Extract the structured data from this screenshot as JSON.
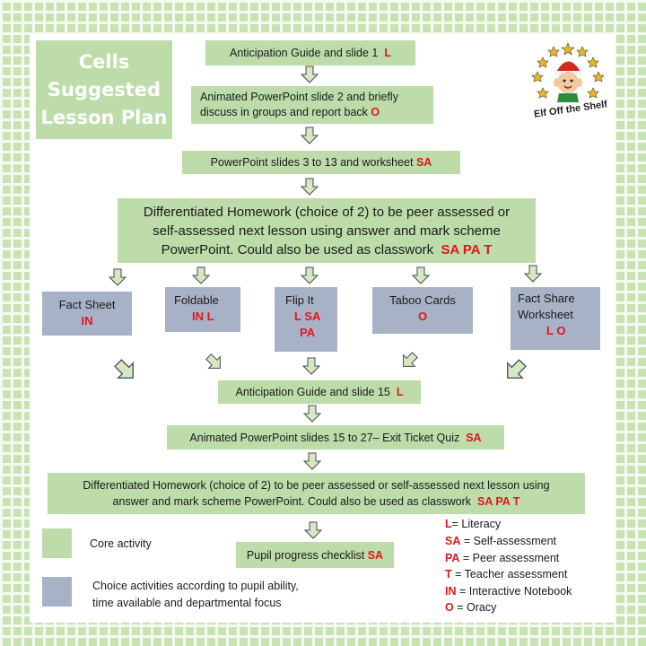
{
  "title": {
    "lines": [
      "Cells",
      "Suggested",
      "Lesson Plan"
    ]
  },
  "logo": {
    "text": "Elf Off the Shelf",
    "icon": "elf-with-stars-icon"
  },
  "steps": {
    "s1": {
      "text": "Anticipation Guide and slide 1",
      "codes": "L"
    },
    "s2": {
      "line1": "Animated PowerPoint slide 2 and briefly",
      "line2": "discuss in groups and report back",
      "codes": "O"
    },
    "s3": {
      "text": "PowerPoint slides 3 to 13 and worksheet",
      "codes": "SA"
    },
    "s4": {
      "line1": "Differentiated Homework (choice of 2) to be peer assessed or",
      "line2": "self-assessed next lesson using answer and mark scheme",
      "line3": "PowerPoint. Could also be used as classwork",
      "codes": "SA  PA  T"
    },
    "s5": {
      "text": "Anticipation Guide and slide 15",
      "codes": "L"
    },
    "s6": {
      "text": "Animated PowerPoint slides 15 to 27– Exit Ticket Quiz",
      "codes": "SA"
    },
    "s7": {
      "line1": "Differentiated Homework (choice of 2) to be peer assessed or self-assessed next lesson using",
      "line2": "answer and mark scheme PowerPoint. Could also be used as classwork",
      "codes": "SA  PA  T"
    },
    "s8": {
      "text": "Pupil progress checklist",
      "codes": "SA"
    }
  },
  "choices": [
    {
      "title": "Fact Sheet",
      "codes": "IN"
    },
    {
      "title": "Foldable",
      "codes": "IN L"
    },
    {
      "title": "Flip It",
      "codes1": "L SA",
      "codes2": "PA"
    },
    {
      "title": "Taboo Cards",
      "codes": "O"
    },
    {
      "title1": "Fact Share",
      "title2": "Worksheet",
      "codes": "L O"
    }
  ],
  "legend": {
    "core": "Core activity",
    "choice_line1": "Choice activities according to pupil ability,",
    "choice_line2": "time available and departmental focus"
  },
  "key": [
    {
      "code": "L",
      "desc": "= Literacy"
    },
    {
      "code": "SA",
      "desc": " = Self-assessment"
    },
    {
      "code": "PA",
      "desc": " = Peer assessment"
    },
    {
      "code": "T",
      "desc": " = Teacher assessment"
    },
    {
      "code": "IN",
      "desc": " = Interactive Notebook"
    },
    {
      "code": "O",
      "desc": " = Oracy"
    }
  ],
  "colors": {
    "core": "#bddcaa",
    "choice": "#a8b2c7",
    "code_red": "#e0161b",
    "arrow": "#d5e8c4",
    "arrow_outline": "#4a4a4a"
  }
}
